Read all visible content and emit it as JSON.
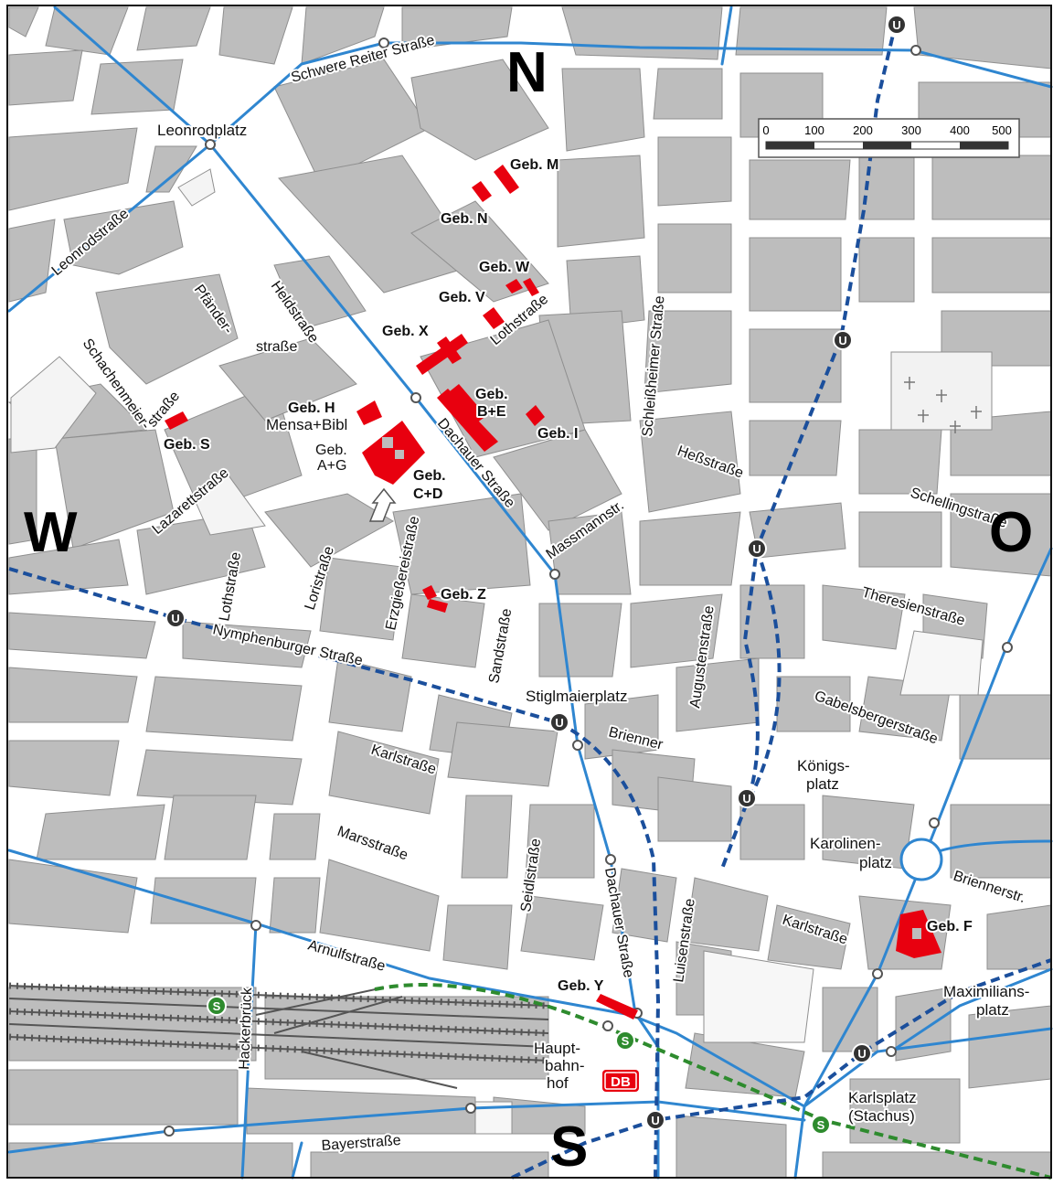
{
  "compass": {
    "north": "N",
    "west": "W",
    "east": "O",
    "south": "S"
  },
  "scale": {
    "ticks": [
      "0",
      "100",
      "200",
      "300",
      "400",
      "500"
    ]
  },
  "streets": {
    "schwere_reiter": "Schwere Reiter Straße",
    "leonrodplatz": "Leonrodplatz",
    "leonrodstrasse": "Leonrodstraße",
    "pfaender": "Pfänder-",
    "pfaender2": "straße",
    "heldstrasse": "Heldstraße",
    "schachenmeier": "Schachenmeier-",
    "schachenmeier2": "straße",
    "lothstrasse_n": "Lothstraße",
    "lothstrasse_w": "Lothstraße",
    "lazarett": "Lazarettstraße",
    "dachauer_n": "Dachauer Straße",
    "dachauer_s": "Dachauer Straße",
    "massmann": "Massmannstr.",
    "schleissheimer": "Schleißheimer Straße",
    "hessstrasse": "Heßstraße",
    "schellingstrasse": "Schellingstraße",
    "theresienstrasse": "Theresienstraße",
    "gabelsberger": "Gabelsbergerstraße",
    "augustenstrasse": "Augustenstraße",
    "loristrasse": "Loristraße",
    "erzgiesserei": "Erzgießereistraße",
    "sandstrasse": "Sandstraße",
    "nymphenburger": "Nymphenburger Straße",
    "stiglmaierplatz": "Stiglmaierplatz",
    "brienner": "Brienner",
    "karlstrasse_w": "Karlstraße",
    "karlstrasse_e": "Karlstraße",
    "koenigsplatz1": "Königs-",
    "koenigsplatz2": "platz",
    "karolinenplatz1": "Karolinen-",
    "karolinenplatz2": "platz",
    "briennerstr": "Briennerstr.",
    "marsstrasse": "Marsstraße",
    "seidlstrasse": "Seidlstraße",
    "luisenstrasse": "Luisenstraße",
    "arnulfstrasse": "Arnulfstraße",
    "hackerbrueck": "Hackerbrück",
    "maximiliansplatz1": "Maximilians-",
    "maximiliansplatz2": "platz",
    "hauptbahnhof1": "Haupt-",
    "hauptbahnhof2": "bahn-",
    "hauptbahnhof3": "hof",
    "karlsplatz1": "Karlsplatz",
    "karlsplatz2": "(Stachus)",
    "bayerstrasse": "Bayerstraße"
  },
  "buildings": {
    "m": "Geb. M",
    "n": "Geb. N",
    "w": "Geb. W",
    "v": "Geb. V",
    "x": "Geb. X",
    "be1": "Geb.",
    "be2": "B+E",
    "i": "Geb. I",
    "h1": "Geb. H",
    "h2": "Mensa+Bibl",
    "ag1": "Geb.",
    "ag2": "A+G",
    "cd1": "Geb.",
    "cd2": "C+D",
    "s": "Geb. S",
    "z": "Geb. Z",
    "y": "Geb. Y",
    "f": "Geb. F"
  },
  "symbols": {
    "ubahn": "U",
    "sbahn": "S",
    "db": "DB"
  },
  "colors": {
    "block": "#bdbdbd",
    "tram": "#2f86d0",
    "ubahn": "#1b4f9c",
    "sbahn": "#2e8b2e",
    "building": "#e8000f",
    "cemetery": "#f2f2f2"
  }
}
